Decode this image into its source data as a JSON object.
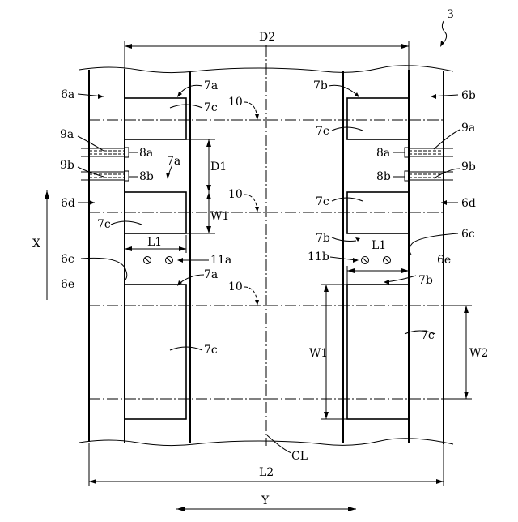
{
  "figure": {
    "number": "3",
    "labels": {
      "p6a": "6a",
      "p6b": "6b",
      "p6c": "6c",
      "p6d": "6d",
      "p6e": "6e",
      "p7a": "7a",
      "p7b": "7b",
      "p7c": "7c",
      "p8a": "8a",
      "p8b": "8b",
      "p9a": "9a",
      "p9b": "9b",
      "p10": "10",
      "p11a": "11a",
      "p11b": "11b"
    },
    "dimensions": {
      "d1": "D1",
      "d2": "D2",
      "w1": "W1",
      "w2": "W2",
      "l1": "L1",
      "l2": "L2",
      "cl": "CL",
      "x": "X",
      "y": "Y"
    }
  }
}
